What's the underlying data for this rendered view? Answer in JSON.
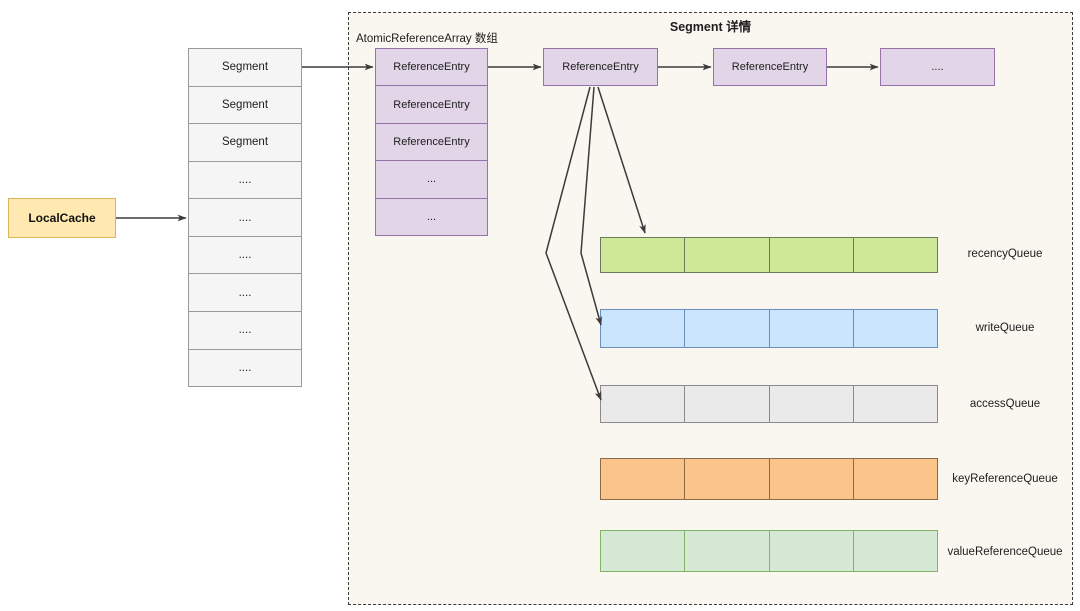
{
  "region": {
    "title": "Segment 详情",
    "array_caption": "AtomicReferenceArray 数组"
  },
  "local_cache": {
    "label": "LocalCache",
    "fill": "#ffe9b0",
    "stroke": "#d6b656"
  },
  "segment_column": {
    "fill": "#f5f5f5",
    "stroke": "#9a9a9a",
    "cells": [
      "Segment",
      "Segment",
      "Segment",
      "....",
      "....",
      "....",
      "....",
      "....",
      "...."
    ]
  },
  "array_column": {
    "fill": "#e1d5e7",
    "stroke": "#9673a6",
    "cells": [
      "ReferenceEntry",
      "ReferenceEntry",
      "ReferenceEntry",
      "...",
      "..."
    ]
  },
  "chain": {
    "fill": "#e1d5e7",
    "stroke": "#9673a6",
    "boxes": [
      "ReferenceEntry",
      "ReferenceEntry",
      "...."
    ]
  },
  "queues": [
    {
      "id": "recency",
      "label": "recencyQueue",
      "cells": 4,
      "fill": "#cfe898",
      "stroke": "#6b7a5a"
    },
    {
      "id": "write",
      "label": "writeQueue",
      "cells": 4,
      "fill": "#cce5ff",
      "stroke": "#6c8ebf"
    },
    {
      "id": "access",
      "label": "accessQueue",
      "cells": 4,
      "fill": "#eaeaea",
      "stroke": "#8a8a8a"
    },
    {
      "id": "keyref",
      "label": "keyReferenceQueue",
      "cells": 4,
      "fill": "#fbc48a",
      "stroke": "#8a6a44"
    },
    {
      "id": "valueref",
      "label": "valueReferenceQueue",
      "cells": 4,
      "fill": "#d5e8d4",
      "stroke": "#82b366"
    }
  ],
  "connectors": {
    "stroke": "#3b3b3b",
    "arrow_names": [
      "localcache-to-segment",
      "segment-to-array",
      "array-to-entry1",
      "entry1-to-entry2",
      "entry2-to-entry3",
      "entry-to-recencyqueue",
      "entry-to-writequeue",
      "entry-to-accessqueue"
    ]
  }
}
